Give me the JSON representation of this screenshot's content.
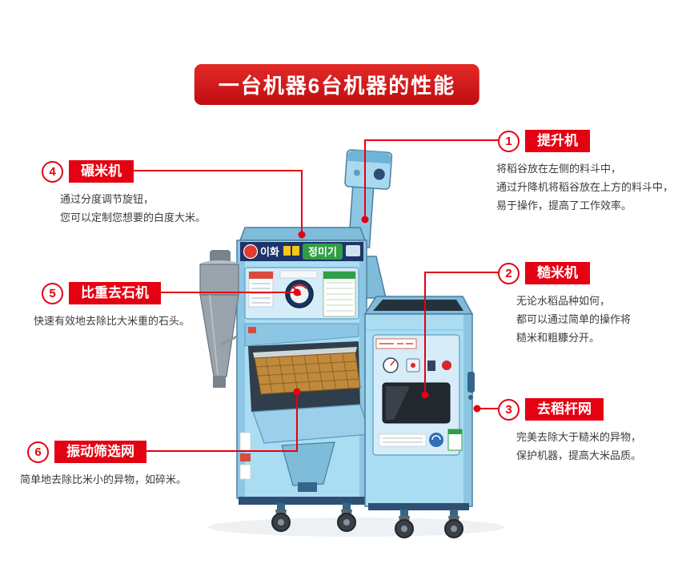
{
  "banner": {
    "title": "一台机器6台机器的性能"
  },
  "colors": {
    "accent_red": "#e50012",
    "banner_red_top": "#e32a27",
    "banner_red_bottom": "#c00d12",
    "machine_body_blue": "#aadcf2",
    "machine_edge_blue": "#4a7f9f",
    "panel_blue": "#d6ecf8",
    "brand_banner_navy": "#1d3468",
    "cyclone_gray": "#9aa4ac",
    "sieve_mesh_amber": "#c08a3c"
  },
  "machine": {
    "brand_left": "이화",
    "brand_right": "정미기"
  },
  "callouts": [
    {
      "number": "1",
      "title": "提升机",
      "lines": [
        "将稻谷放在左侧的料斗中，",
        "通过升降机将稻谷放在上方的料斗中，",
        "易于操作，提高了工作效率。"
      ]
    },
    {
      "number": "2",
      "title": "糙米机",
      "lines": [
        "无论水稻品种如何，",
        "都可以通过简单的操作将",
        "糙米和粗糠分开。"
      ]
    },
    {
      "number": "3",
      "title": "去稻杆网",
      "lines": [
        "完美去除大于糙米的异物，",
        "保护机器，提高大米品质。"
      ]
    },
    {
      "number": "4",
      "title": "碾米机",
      "lines": [
        "通过分度调节旋钮，",
        "您可以定制您想要的白度大米。"
      ]
    },
    {
      "number": "5",
      "title": "比重去石机",
      "lines": [
        "快速有效地去除比大米重的石头。"
      ]
    },
    {
      "number": "6",
      "title": "振动筛选网",
      "lines": [
        "简单地去除比米小的异物，如碎米。"
      ]
    }
  ]
}
